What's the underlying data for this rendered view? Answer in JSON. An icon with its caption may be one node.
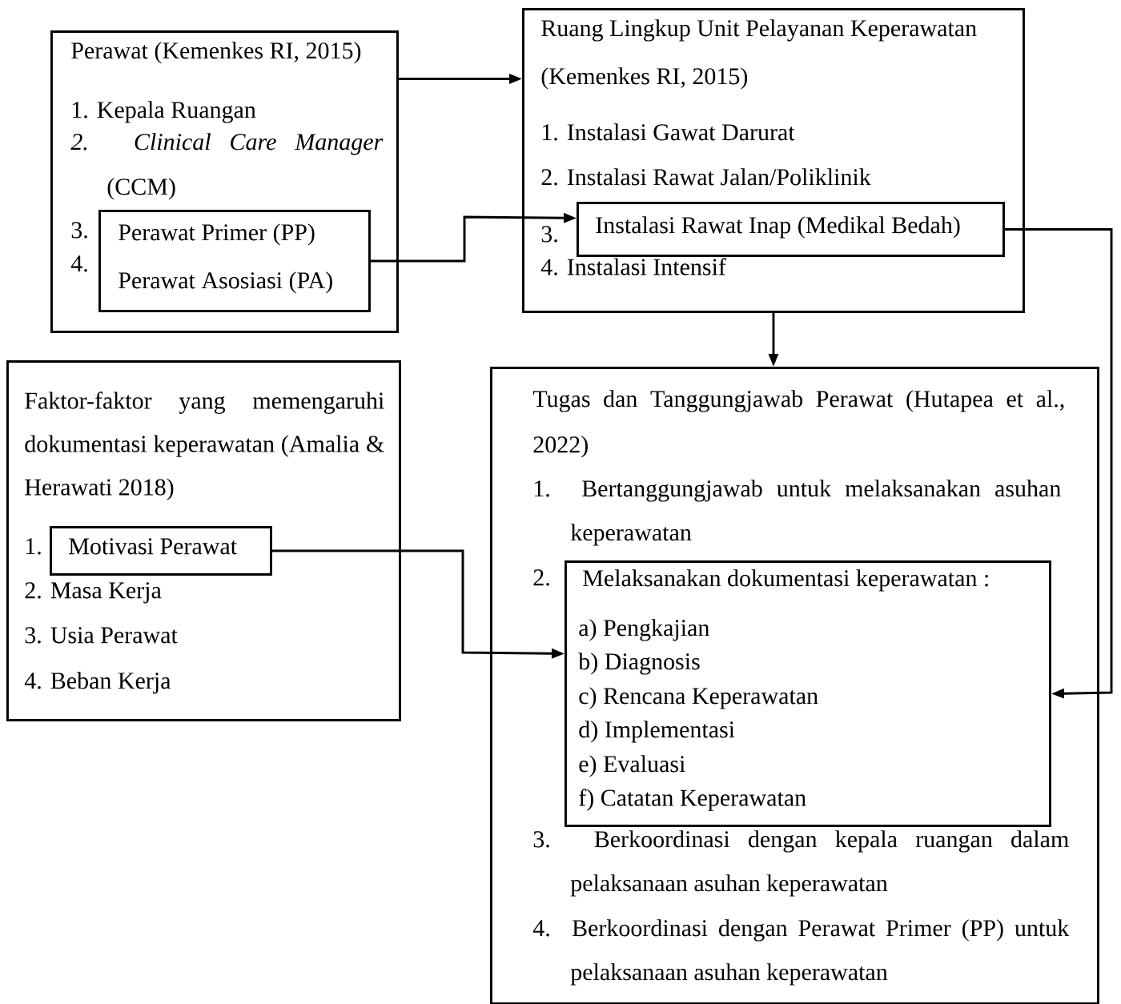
{
  "diagram": {
    "nodes": [
      {
        "text": [
          "Perawat (Kemenkes RI, 2015)",
          "1. Kepala Ruangan",
          "*2. Clinical Care Manager* (CCM)",
          "3.",
          "4."
        ]
      },
      {
        "text": [
          "Perawat Primer (PP)",
          "Perawat Asosiasi (PA)"
        ],
        "in": 0
      },
      {
        "text": [
          "Ruang Lingkup Unit Pelayanan Keperawatan (Kemenkes RI, 2015)",
          "1. Instalasi Gawat Darurat",
          "2. Instalasi Rawat Jalan/Poliklinik",
          "3.",
          "4. Instalasi Intensif"
        ]
      },
      {
        "text": [
          "Instalasi Rawat Inap (Medikal Bedah)"
        ],
        "in": 2
      },
      {
        "text": [
          "Faktor-faktor yang memengaruhi dokumentasi keperawatan (Amalia & Herawati 2018)",
          "1.",
          "2. Masa Kerja",
          "3. Usia Perawat",
          "4. Beban Kerja"
        ]
      },
      {
        "text": [
          "Motivasi Perawat"
        ],
        "in": 4
      },
      {
        "text": [
          "Tugas dan Tanggungjawab Perawat (Hutapea et al., 2022)",
          "1. Bertanggungjawab untuk melaksanakan asuhan keperawatan",
          "2.",
          "3. Berkoordinasi dengan kepala ruangan dalam pelaksanaan asuhan keperawatan",
          "4. Berkoordinasi dengan Perawat Primer (PP) untuk pelaksanaan asuhan keperawatan"
        ]
      },
      {
        "text": [
          "Melaksanakan dokumentasi keperawatan :",
          "a) Pengkajian",
          "b) Diagnosis",
          "c) Rencana Keperawatan",
          "d) Implementasi",
          "e) Evaluasi",
          "f) Catatan Keperawatan"
        ],
        "in": 6
      }
    ],
    "edges": [
      {
        "from": 0,
        "to": 2,
        "arrow": "to"
      },
      {
        "from": 1,
        "to": 3,
        "arrow": "to"
      },
      {
        "from": 2,
        "to": 6,
        "arrow": "to"
      },
      {
        "from": 3,
        "to": 7,
        "arrow": "to"
      },
      {
        "from": 5,
        "to": 7,
        "arrow": "to"
      }
    ]
  }
}
